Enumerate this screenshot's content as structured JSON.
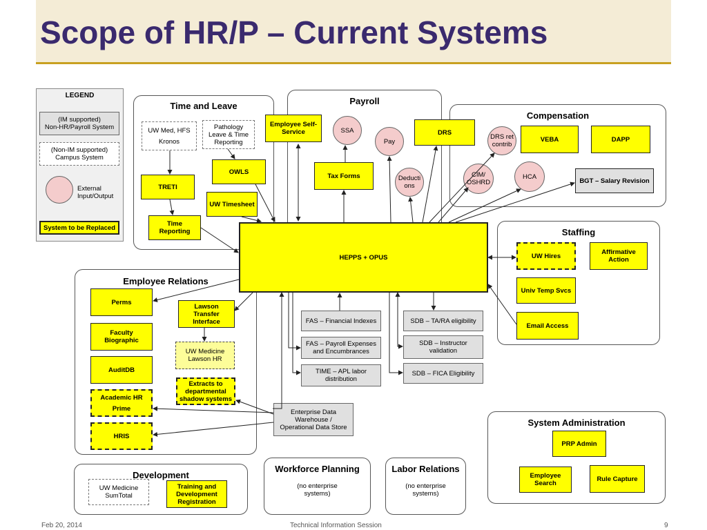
{
  "title": "Scope of HR/P – Current Systems",
  "legend": {
    "heading": "LEGEND",
    "im_supported_line1": "(IM supported)",
    "im_supported_line2": "Non-HR/Payroll System",
    "non_im_line1": "(Non-IM supported)",
    "non_im_line2": "Campus System",
    "external_line1": "External",
    "external_line2": "Input/Output",
    "replaced": "System to be Replaced"
  },
  "time_leave": {
    "title": "Time and Leave",
    "uwmed_line1": "UW Med, HFS",
    "uwmed_line2": "Kronos",
    "pathology_line1": "Pathology",
    "pathology_line2": "Leave & Time",
    "pathology_line3": "Reporting",
    "treti": "TRETI",
    "time_reporting_line1": "Time",
    "time_reporting_line2": "Reporting",
    "owls": "OWLS",
    "uw_timesheet": "UW Timesheet"
  },
  "payroll": {
    "title": "Payroll",
    "ess_line1": "Employee Self-",
    "ess_line2": "Service",
    "ssa": "SSA",
    "pay": "Pay",
    "deductions_line1": "Deducti",
    "deductions_line2": "ons",
    "tax_forms": "Tax Forms",
    "drs": "DRS"
  },
  "compensation": {
    "title": "Compensation",
    "drs_ret_line1": "DRS ret",
    "drs_ret_line2": "contrib",
    "veba": "VEBA",
    "dapp": "DAPP",
    "cim_line1": "CIM/",
    "cim_line2": "OSHRD",
    "hca": "HCA",
    "bgt": "BGT – Salary Revision"
  },
  "hepps": "HEPPS + OPUS",
  "staffing": {
    "title": "Staffing",
    "uw_hires": "UW Hires",
    "affirmative_line1": "Affirmative",
    "affirmative_line2": "Action",
    "univ_temp": "Univ Temp Svcs",
    "email_access": "Email Access"
  },
  "employee_relations": {
    "title": "Employee Relations",
    "perms": "Perms",
    "faculty_line1": "Faculty",
    "faculty_line2": "Biographic",
    "auditdb": "AuditDB",
    "academic_line1": "Academic HR",
    "academic_line2": "Prime",
    "hris": "HRIS",
    "lawson_line1": "Lawson",
    "lawson_line2": "Transfer",
    "lawson_line3": "Interface",
    "uwmed_lawson_line1": "UW Medicine",
    "uwmed_lawson_line2": "Lawson HR",
    "extracts_line1": "Extracts to",
    "extracts_line2": "departmental",
    "extracts_line3": "shadow systems"
  },
  "financial": {
    "fas_indexes": "FAS – Financial Indexes",
    "fas_payroll_line1": "FAS – Payroll Expenses",
    "fas_payroll_line2": "and Encumbrances",
    "time_apl_line1": "TIME – APL labor",
    "time_apl_line2": "distribution",
    "sdb_tara": "SDB – TA/RA eligibility",
    "sdb_instructor_line1": "SDB – Instructor",
    "sdb_instructor_line2": "validation",
    "sdb_fica": "SDB – FICA Eligibility",
    "edw_line1": "Enterprise Data",
    "edw_line2": "Warehouse /",
    "edw_line3": "Operational Data Store"
  },
  "system_admin": {
    "title": "System Administration",
    "prp_admin": "PRP Admin",
    "employee_search_line1": "Employee",
    "employee_search_line2": "Search",
    "rule_capture": "Rule Capture"
  },
  "development": {
    "title": "Development",
    "sumtotal_line1": "UW Medicine",
    "sumtotal_line2": "SumTotal",
    "training_line1": "Training and",
    "training_line2": "Development",
    "training_line3": "Registration"
  },
  "workforce": {
    "title": "Workforce Planning",
    "note_line1": "(no enterprise",
    "note_line2": "systems)"
  },
  "labor": {
    "title": "Labor Relations",
    "note_line1": "(no enterprise",
    "note_line2": "systems)"
  },
  "footer": {
    "date": "Feb 20, 2014",
    "center": "Technical Information Session",
    "page": "9"
  },
  "colors": {
    "title": "#3a2a6e",
    "replace_yellow": "#ffff00",
    "external_pink": "#f4cccc",
    "im_gray": "#e0e0e0",
    "rule_gold": "#c8a020"
  }
}
